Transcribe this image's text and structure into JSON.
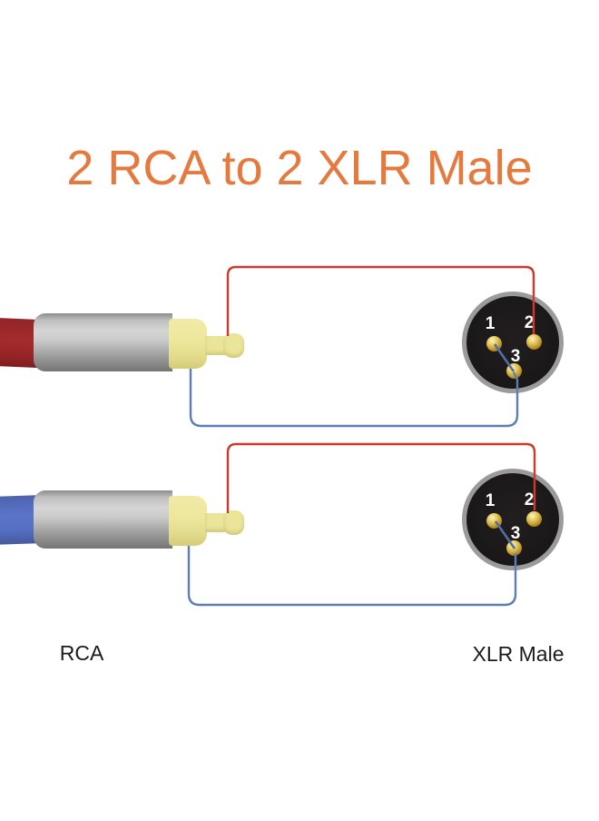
{
  "title": "2 RCA to 2 XLR Male",
  "captions": {
    "left": "RCA",
    "right": "XLR Male"
  },
  "xlr": {
    "pin_labels": [
      "1",
      "2",
      "3"
    ]
  },
  "channels": [
    {
      "rca_cable_color": "red",
      "connections": [
        {
          "from": "rca-center-pin",
          "to": "xlr-pin-2",
          "wire_color": "red"
        },
        {
          "from": "rca-ground",
          "to": "xlr-pin-3",
          "wire_color": "blue"
        },
        {
          "from": "xlr-pin-1",
          "to": "xlr-pin-3",
          "wire_color": "blue",
          "type": "jumper"
        }
      ]
    },
    {
      "rca_cable_color": "blue",
      "connections": [
        {
          "from": "rca-center-pin",
          "to": "xlr-pin-2",
          "wire_color": "red"
        },
        {
          "from": "rca-ground",
          "to": "xlr-pin-3",
          "wire_color": "blue"
        },
        {
          "from": "xlr-pin-1",
          "to": "xlr-pin-3",
          "wire_color": "blue",
          "type": "jumper"
        }
      ]
    }
  ],
  "colors": {
    "title_text": "#E67A3E",
    "signal_wire_red": "#CE392B",
    "ground_wire_blue": "#5C7DB5",
    "jumper_blue": "#4F6FA6",
    "rca_cable_red": "#9E2427",
    "rca_cable_blue": "#5B74C5",
    "rca_barrel_gray": "#BDBDBD",
    "rca_tip_yellow": "#EBE59A",
    "xlr_body_black": "#1B1819",
    "xlr_rim_gray": "#9B9B9B",
    "pin_gold": "#C9A233",
    "pin_label_white": "#FFFFFF",
    "caption_text": "#1B1B1B",
    "background": "#FFFFFF"
  }
}
